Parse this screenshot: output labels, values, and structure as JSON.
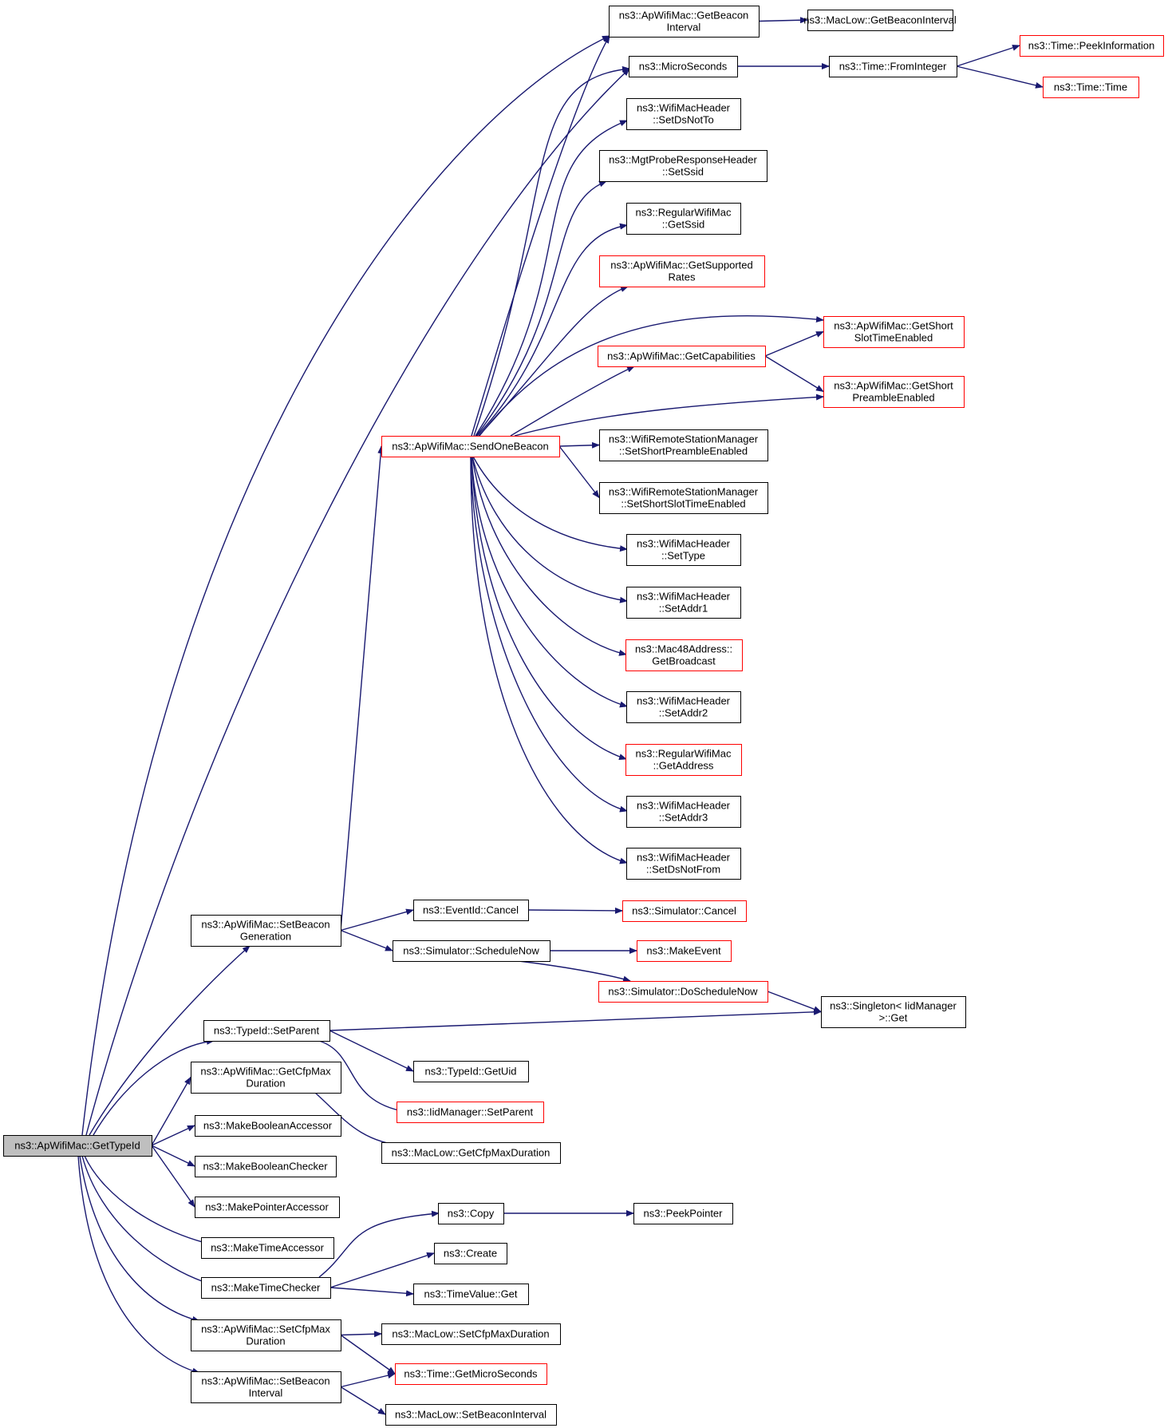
{
  "diagram": {
    "style": {
      "edge_color": "#191970",
      "normal_border": "#000000",
      "highlight_border": "#ff0000",
      "root_fill": "#bfbfbf"
    },
    "nodes": [
      {
        "id": "get_type_id",
        "lines": [
          "ns3::ApWifiMac::GetTypeId"
        ],
        "style": "root"
      },
      {
        "id": "get_beacon_interval",
        "lines": [
          "ns3::ApWifiMac::GetBeacon",
          "Interval"
        ],
        "style": "normal"
      },
      {
        "id": "maclow_get_beacon_interval",
        "lines": [
          "ns3::MacLow::GetBeaconInterval"
        ],
        "style": "normal"
      },
      {
        "id": "micro_seconds",
        "lines": [
          "ns3::MicroSeconds"
        ],
        "style": "normal"
      },
      {
        "id": "time_from_integer",
        "lines": [
          "ns3::Time::FromInteger"
        ],
        "style": "normal"
      },
      {
        "id": "time_peek_information",
        "lines": [
          "ns3::Time::PeekInformation"
        ],
        "style": "red"
      },
      {
        "id": "time_time",
        "lines": [
          "ns3::Time::Time"
        ],
        "style": "red"
      },
      {
        "id": "set_ds_not_to",
        "lines": [
          "ns3::WifiMacHeader",
          "::SetDsNotTo"
        ],
        "style": "normal"
      },
      {
        "id": "probe_set_ssid",
        "lines": [
          "ns3::MgtProbeResponseHeader",
          "::SetSsid"
        ],
        "style": "normal"
      },
      {
        "id": "regular_get_ssid",
        "lines": [
          "ns3::RegularWifiMac",
          "::GetSsid"
        ],
        "style": "normal"
      },
      {
        "id": "get_supported_rates",
        "lines": [
          "ns3::ApWifiMac::GetSupported",
          "Rates"
        ],
        "style": "red"
      },
      {
        "id": "get_short_slot",
        "lines": [
          "ns3::ApWifiMac::GetShort",
          "SlotTimeEnabled"
        ],
        "style": "red"
      },
      {
        "id": "get_capabilities",
        "lines": [
          "ns3::ApWifiMac::GetCapabilities"
        ],
        "style": "red"
      },
      {
        "id": "get_short_preamble",
        "lines": [
          "ns3::ApWifiMac::GetShort",
          "PreambleEnabled"
        ],
        "style": "red"
      },
      {
        "id": "send_one_beacon",
        "lines": [
          "ns3::ApWifiMac::SendOneBeacon"
        ],
        "style": "red"
      },
      {
        "id": "rsm_set_short_preamble",
        "lines": [
          "ns3::WifiRemoteStationManager",
          "::SetShortPreambleEnabled"
        ],
        "style": "normal"
      },
      {
        "id": "rsm_set_short_slot",
        "lines": [
          "ns3::WifiRemoteStationManager",
          "::SetShortSlotTimeEnabled"
        ],
        "style": "normal"
      },
      {
        "id": "set_type",
        "lines": [
          "ns3::WifiMacHeader",
          "::SetType"
        ],
        "style": "normal"
      },
      {
        "id": "set_addr1",
        "lines": [
          "ns3::WifiMacHeader",
          "::SetAddr1"
        ],
        "style": "normal"
      },
      {
        "id": "mac48_get_broadcast",
        "lines": [
          "ns3::Mac48Address::",
          "GetBroadcast"
        ],
        "style": "red"
      },
      {
        "id": "set_addr2",
        "lines": [
          "ns3::WifiMacHeader",
          "::SetAddr2"
        ],
        "style": "normal"
      },
      {
        "id": "regular_get_address",
        "lines": [
          "ns3::RegularWifiMac",
          "::GetAddress"
        ],
        "style": "red"
      },
      {
        "id": "set_addr3",
        "lines": [
          "ns3::WifiMacHeader",
          "::SetAddr3"
        ],
        "style": "normal"
      },
      {
        "id": "set_ds_not_from",
        "lines": [
          "ns3::WifiMacHeader",
          "::SetDsNotFrom"
        ],
        "style": "normal"
      },
      {
        "id": "set_beacon_generation",
        "lines": [
          "ns3::ApWifiMac::SetBeacon",
          "Generation"
        ],
        "style": "normal"
      },
      {
        "id": "eventid_cancel",
        "lines": [
          "ns3::EventId::Cancel"
        ],
        "style": "normal"
      },
      {
        "id": "simulator_cancel",
        "lines": [
          "ns3::Simulator::Cancel"
        ],
        "style": "red"
      },
      {
        "id": "simulator_schedule_now",
        "lines": [
          "ns3::Simulator::ScheduleNow"
        ],
        "style": "normal"
      },
      {
        "id": "make_event",
        "lines": [
          "ns3::MakeEvent"
        ],
        "style": "red"
      },
      {
        "id": "simulator_do_schedule_now",
        "lines": [
          "ns3::Simulator::DoScheduleNow"
        ],
        "style": "red"
      },
      {
        "id": "singleton_get",
        "lines": [
          "ns3::Singleton< IidManager",
          ">::Get"
        ],
        "style": "normal"
      },
      {
        "id": "typeid_set_parent",
        "lines": [
          "ns3::TypeId::SetParent"
        ],
        "style": "normal"
      },
      {
        "id": "typeid_get_uid",
        "lines": [
          "ns3::TypeId::GetUid"
        ],
        "style": "normal"
      },
      {
        "id": "iidmanager_set_parent",
        "lines": [
          "ns3::IidManager::SetParent"
        ],
        "style": "red"
      },
      {
        "id": "get_cfp_max_duration",
        "lines": [
          "ns3::ApWifiMac::GetCfpMax",
          "Duration"
        ],
        "style": "normal"
      },
      {
        "id": "maclow_get_cfp_max_duration",
        "lines": [
          "ns3::MacLow::GetCfpMaxDuration"
        ],
        "style": "normal"
      },
      {
        "id": "make_boolean_accessor",
        "lines": [
          "ns3::MakeBooleanAccessor"
        ],
        "style": "normal"
      },
      {
        "id": "make_boolean_checker",
        "lines": [
          "ns3::MakeBooleanChecker"
        ],
        "style": "normal"
      },
      {
        "id": "make_pointer_accessor",
        "lines": [
          "ns3::MakePointerAccessor"
        ],
        "style": "normal"
      },
      {
        "id": "make_time_accessor",
        "lines": [
          "ns3::MakeTimeAccessor"
        ],
        "style": "normal"
      },
      {
        "id": "make_time_checker",
        "lines": [
          "ns3::MakeTimeChecker"
        ],
        "style": "normal"
      },
      {
        "id": "copy",
        "lines": [
          "ns3::Copy"
        ],
        "style": "normal"
      },
      {
        "id": "peek_pointer",
        "lines": [
          "ns3::PeekPointer"
        ],
        "style": "normal"
      },
      {
        "id": "create",
        "lines": [
          "ns3::Create"
        ],
        "style": "normal"
      },
      {
        "id": "timevalue_get",
        "lines": [
          "ns3::TimeValue::Get"
        ],
        "style": "normal"
      },
      {
        "id": "set_cfp_max_duration",
        "lines": [
          "ns3::ApWifiMac::SetCfpMax",
          "Duration"
        ],
        "style": "normal"
      },
      {
        "id": "maclow_set_cfp_max_duration",
        "lines": [
          "ns3::MacLow::SetCfpMaxDuration"
        ],
        "style": "normal"
      },
      {
        "id": "time_get_micro_seconds",
        "lines": [
          "ns3::Time::GetMicroSeconds"
        ],
        "style": "red"
      },
      {
        "id": "set_beacon_interval",
        "lines": [
          "ns3::ApWifiMac::SetBeacon",
          "Interval"
        ],
        "style": "normal"
      },
      {
        "id": "maclow_set_beacon_interval",
        "lines": [
          "ns3::MacLow::SetBeaconInterval"
        ],
        "style": "normal"
      }
    ],
    "edges": [
      [
        "get_type_id",
        "get_beacon_interval"
      ],
      [
        "get_type_id",
        "micro_seconds"
      ],
      [
        "get_type_id",
        "set_beacon_generation"
      ],
      [
        "get_type_id",
        "typeid_set_parent"
      ],
      [
        "get_type_id",
        "get_cfp_max_duration"
      ],
      [
        "get_type_id",
        "make_boolean_accessor"
      ],
      [
        "get_type_id",
        "make_boolean_checker"
      ],
      [
        "get_type_id",
        "make_pointer_accessor"
      ],
      [
        "get_type_id",
        "make_time_accessor"
      ],
      [
        "get_type_id",
        "make_time_checker"
      ],
      [
        "get_type_id",
        "set_cfp_max_duration"
      ],
      [
        "get_type_id",
        "set_beacon_interval"
      ],
      [
        "get_beacon_interval",
        "maclow_get_beacon_interval"
      ],
      [
        "micro_seconds",
        "time_from_integer"
      ],
      [
        "time_from_integer",
        "time_peek_information"
      ],
      [
        "time_from_integer",
        "time_time"
      ],
      [
        "send_one_beacon",
        "get_beacon_interval"
      ],
      [
        "send_one_beacon",
        "micro_seconds"
      ],
      [
        "send_one_beacon",
        "set_ds_not_to"
      ],
      [
        "send_one_beacon",
        "probe_set_ssid"
      ],
      [
        "send_one_beacon",
        "regular_get_ssid"
      ],
      [
        "send_one_beacon",
        "get_supported_rates"
      ],
      [
        "send_one_beacon",
        "get_short_slot"
      ],
      [
        "send_one_beacon",
        "get_capabilities"
      ],
      [
        "send_one_beacon",
        "get_short_preamble"
      ],
      [
        "send_one_beacon",
        "rsm_set_short_preamble"
      ],
      [
        "send_one_beacon",
        "rsm_set_short_slot"
      ],
      [
        "send_one_beacon",
        "set_type"
      ],
      [
        "send_one_beacon",
        "set_addr1"
      ],
      [
        "send_one_beacon",
        "mac48_get_broadcast"
      ],
      [
        "send_one_beacon",
        "set_addr2"
      ],
      [
        "send_one_beacon",
        "regular_get_address"
      ],
      [
        "send_one_beacon",
        "set_addr3"
      ],
      [
        "send_one_beacon",
        "set_ds_not_from"
      ],
      [
        "get_capabilities",
        "get_short_slot"
      ],
      [
        "get_capabilities",
        "get_short_preamble"
      ],
      [
        "set_beacon_generation",
        "send_one_beacon"
      ],
      [
        "set_beacon_generation",
        "eventid_cancel"
      ],
      [
        "set_beacon_generation",
        "simulator_schedule_now"
      ],
      [
        "eventid_cancel",
        "simulator_cancel"
      ],
      [
        "simulator_schedule_now",
        "make_event"
      ],
      [
        "simulator_schedule_now",
        "simulator_do_schedule_now"
      ],
      [
        "simulator_do_schedule_now",
        "singleton_get"
      ],
      [
        "typeid_set_parent",
        "singleton_get"
      ],
      [
        "typeid_set_parent",
        "typeid_get_uid"
      ],
      [
        "typeid_set_parent",
        "iidmanager_set_parent"
      ],
      [
        "get_cfp_max_duration",
        "maclow_get_cfp_max_duration"
      ],
      [
        "make_time_checker",
        "copy"
      ],
      [
        "make_time_checker",
        "create"
      ],
      [
        "make_time_checker",
        "timevalue_get"
      ],
      [
        "copy",
        "peek_pointer"
      ],
      [
        "set_cfp_max_duration",
        "maclow_set_cfp_max_duration"
      ],
      [
        "set_cfp_max_duration",
        "time_get_micro_seconds"
      ],
      [
        "set_beacon_interval",
        "time_get_micro_seconds"
      ],
      [
        "set_beacon_interval",
        "maclow_set_beacon_interval"
      ]
    ]
  }
}
